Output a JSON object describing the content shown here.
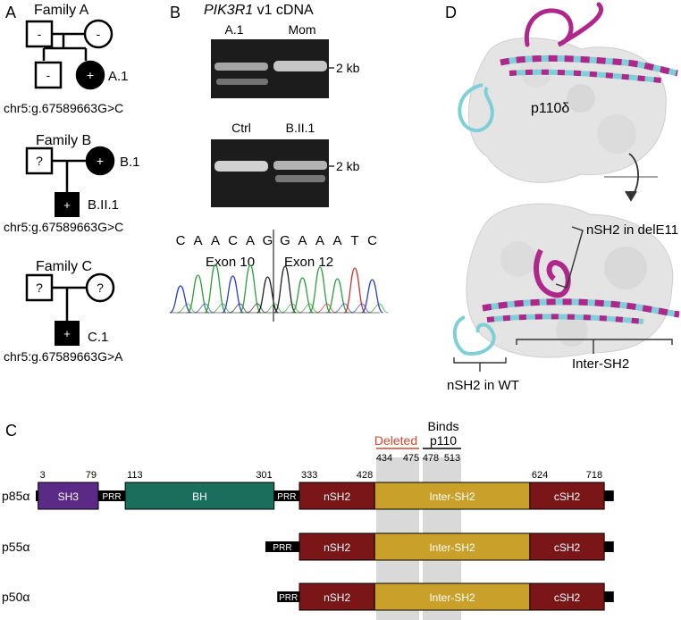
{
  "panelA": {
    "label": "A",
    "familyA": {
      "title": "Family A",
      "father": "-",
      "mother": "-",
      "sibling": "-",
      "proband": "+",
      "probandId": "A.1",
      "variant": "chr5:g.67589663G>C"
    },
    "familyB": {
      "title": "Family B",
      "father": "?",
      "mother": "+",
      "motherId": "B.1",
      "proband": "+",
      "probandId": "B.II.1",
      "variant": "chr5:g.67589663G>C"
    },
    "familyC": {
      "title": "Family C",
      "father": "?",
      "mother": "?",
      "proband": "+",
      "probandId": "C.1",
      "variant": "chr5:g.67589663G>A"
    }
  },
  "panelB": {
    "label": "B",
    "title": "PIK3R1",
    "titleRest": " v1 cDNA",
    "gel1": {
      "lane1": "A.1",
      "lane2": "Mom",
      "marker": "2 kb"
    },
    "gel2": {
      "lane1": "Ctrl",
      "lane2": "B.II.1",
      "marker": "2 kb"
    },
    "sequence": [
      "C",
      "A",
      "A",
      "C",
      "A",
      "G",
      "G",
      "A",
      "A",
      "A",
      "T",
      "C"
    ],
    "exonLeft": "Exon 10",
    "exonRight": "Exon 12",
    "colors": {
      "A": "#2e9e3a",
      "C": "#2a3bd0",
      "G": "#222222",
      "T": "#d03030"
    }
  },
  "panelC": {
    "label": "C",
    "deletedLabel": "Deleted",
    "bindsLabel1": "Binds",
    "bindsLabel2": "p110",
    "deletedRange": [
      "434",
      "475"
    ],
    "bindsRange": [
      "478",
      "513"
    ],
    "isoforms": [
      {
        "name": "p85α",
        "length": 724,
        "domains": [
          {
            "label": "SH3",
            "start": 3,
            "end": 79,
            "color": "#5b2a86"
          },
          {
            "label": "PRR",
            "start": 79,
            "end": 113,
            "color": "#000000"
          },
          {
            "label": "BH",
            "start": 113,
            "end": 301,
            "color": "#1a6e5c"
          },
          {
            "label": "PRR",
            "start": 301,
            "end": 333,
            "color": "#000000"
          },
          {
            "label": "nSH2",
            "start": 333,
            "end": 428,
            "color": "#7a1518"
          },
          {
            "label": "Inter-SH2",
            "start": 428,
            "end": 624,
            "color": "#c9a12a"
          },
          {
            "label": "cSH2",
            "start": 624,
            "end": 718,
            "color": "#7a1518"
          }
        ],
        "numbers": [
          "3",
          "79",
          "113",
          "301",
          "333",
          "428",
          "624",
          "718"
        ]
      },
      {
        "name": "p55α",
        "start": 290,
        "domains": [
          {
            "label": "PRR",
            "start": 290,
            "end": 333,
            "color": "#000000"
          },
          {
            "label": "nSH2",
            "start": 333,
            "end": 428,
            "color": "#7a1518"
          },
          {
            "label": "Inter-SH2",
            "start": 428,
            "end": 624,
            "color": "#c9a12a"
          },
          {
            "label": "cSH2",
            "start": 624,
            "end": 718,
            "color": "#7a1518"
          }
        ]
      },
      {
        "name": "p50α",
        "start": 305,
        "domains": [
          {
            "label": "PRR",
            "start": 305,
            "end": 333,
            "color": "#000000"
          },
          {
            "label": "nSH2",
            "start": 333,
            "end": 428,
            "color": "#7a1518"
          },
          {
            "label": "Inter-SH2",
            "start": 428,
            "end": 624,
            "color": "#c9a12a"
          },
          {
            "label": "cSH2",
            "start": 624,
            "end": 718,
            "color": "#7a1518"
          }
        ]
      }
    ]
  },
  "panelD": {
    "label": "D",
    "p110": "p110δ",
    "nsh2Del": "nSH2 in delE11",
    "nsh2Wt": "nSH2 in WT",
    "interSh2": "Inter-SH2",
    "colors": {
      "wt": "#7fd0d6",
      "mutant": "#b0278c",
      "surface": "#e4e4e4"
    }
  }
}
